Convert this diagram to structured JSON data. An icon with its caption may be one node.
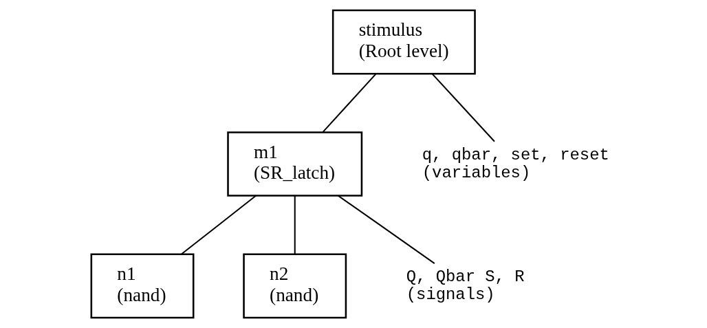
{
  "diagram": {
    "nodes": [
      {
        "text": [
          "stimulus",
          "(Root level)"
        ]
      },
      {
        "text": [
          "m1",
          "(SR_latch)"
        ]
      },
      {
        "text": [
          "q, qbar, set, reset",
          "(variables)"
        ]
      },
      {
        "text": [
          "n1",
          "(nand)"
        ]
      },
      {
        "text": [
          "n2",
          "(nand)"
        ]
      },
      {
        "text": [
          "Q, Qbar S, R",
          "(signals)"
        ]
      }
    ],
    "edges": [
      {
        "from": 0,
        "to": 1,
        "arrow": "none"
      },
      {
        "from": 0,
        "to": 2,
        "arrow": "none"
      },
      {
        "from": 1,
        "to": 3,
        "arrow": "none"
      },
      {
        "from": 1,
        "to": 4,
        "arrow": "none"
      },
      {
        "from": 1,
        "to": 5,
        "arrow": "none"
      }
    ]
  }
}
